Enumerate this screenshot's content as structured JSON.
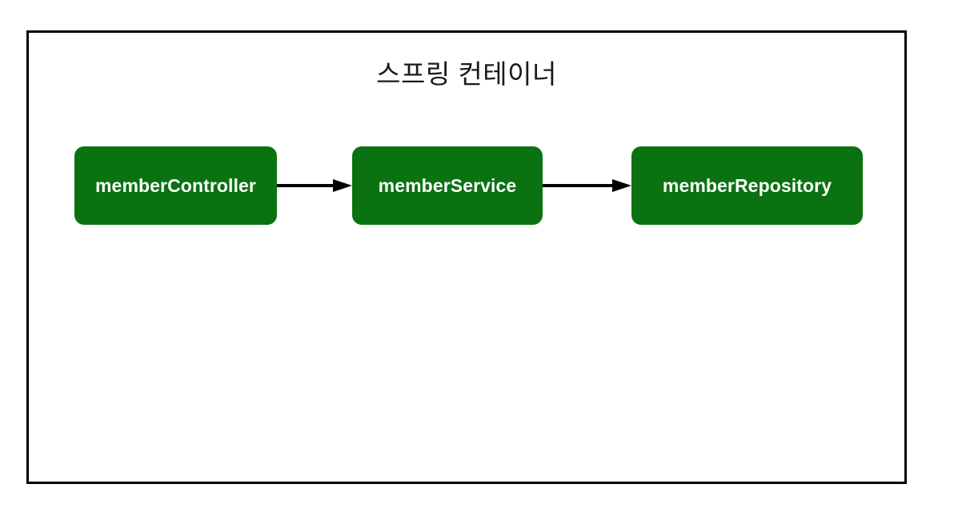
{
  "diagram": {
    "title": "스프링 컨테이너",
    "frame_border_color": "#000000",
    "background_color": "#ffffff",
    "bean_color": "#0b7211",
    "bean_text_color": "#ffffff",
    "arrow_color": "#000000",
    "beans": [
      {
        "label": "memberController"
      },
      {
        "label": "memberService"
      },
      {
        "label": "memberRepository"
      }
    ],
    "arrows": [
      {
        "name": "arrow-controller-to-service",
        "direction": "right"
      },
      {
        "name": "arrow-service-to-repository",
        "direction": "right"
      }
    ]
  }
}
